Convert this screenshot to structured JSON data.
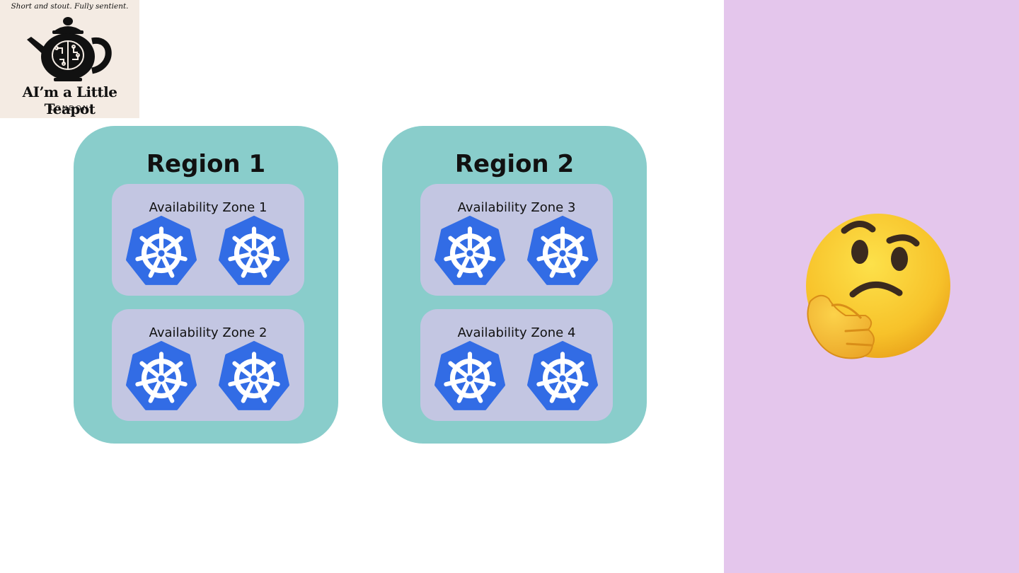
{
  "logo": {
    "tagline": "Short and stout. Fully sentient.",
    "brand": "AI’m a Little Teapot",
    "city": "LONDON",
    "icon": "teapot-brain-icon"
  },
  "regions": [
    {
      "title": "Region 1",
      "zones": [
        {
          "title": "Availability Zone 1",
          "nodes": 2
        },
        {
          "title": "Availability Zone 2",
          "nodes": 2
        }
      ]
    },
    {
      "title": "Region 2",
      "zones": [
        {
          "title": "Availability Zone 3",
          "nodes": 2
        },
        {
          "title": "Availability Zone 4",
          "nodes": 2
        }
      ]
    }
  ],
  "node_icon": "kubernetes-icon",
  "side_emoji": "thinking-face-icon",
  "colors": {
    "region_bg": "#89cdcb",
    "zone_bg": "#c3c6e2",
    "k8s_blue": "#326ce5",
    "right_panel": "#e4c6ec",
    "logo_bg": "#f4ebe3"
  }
}
